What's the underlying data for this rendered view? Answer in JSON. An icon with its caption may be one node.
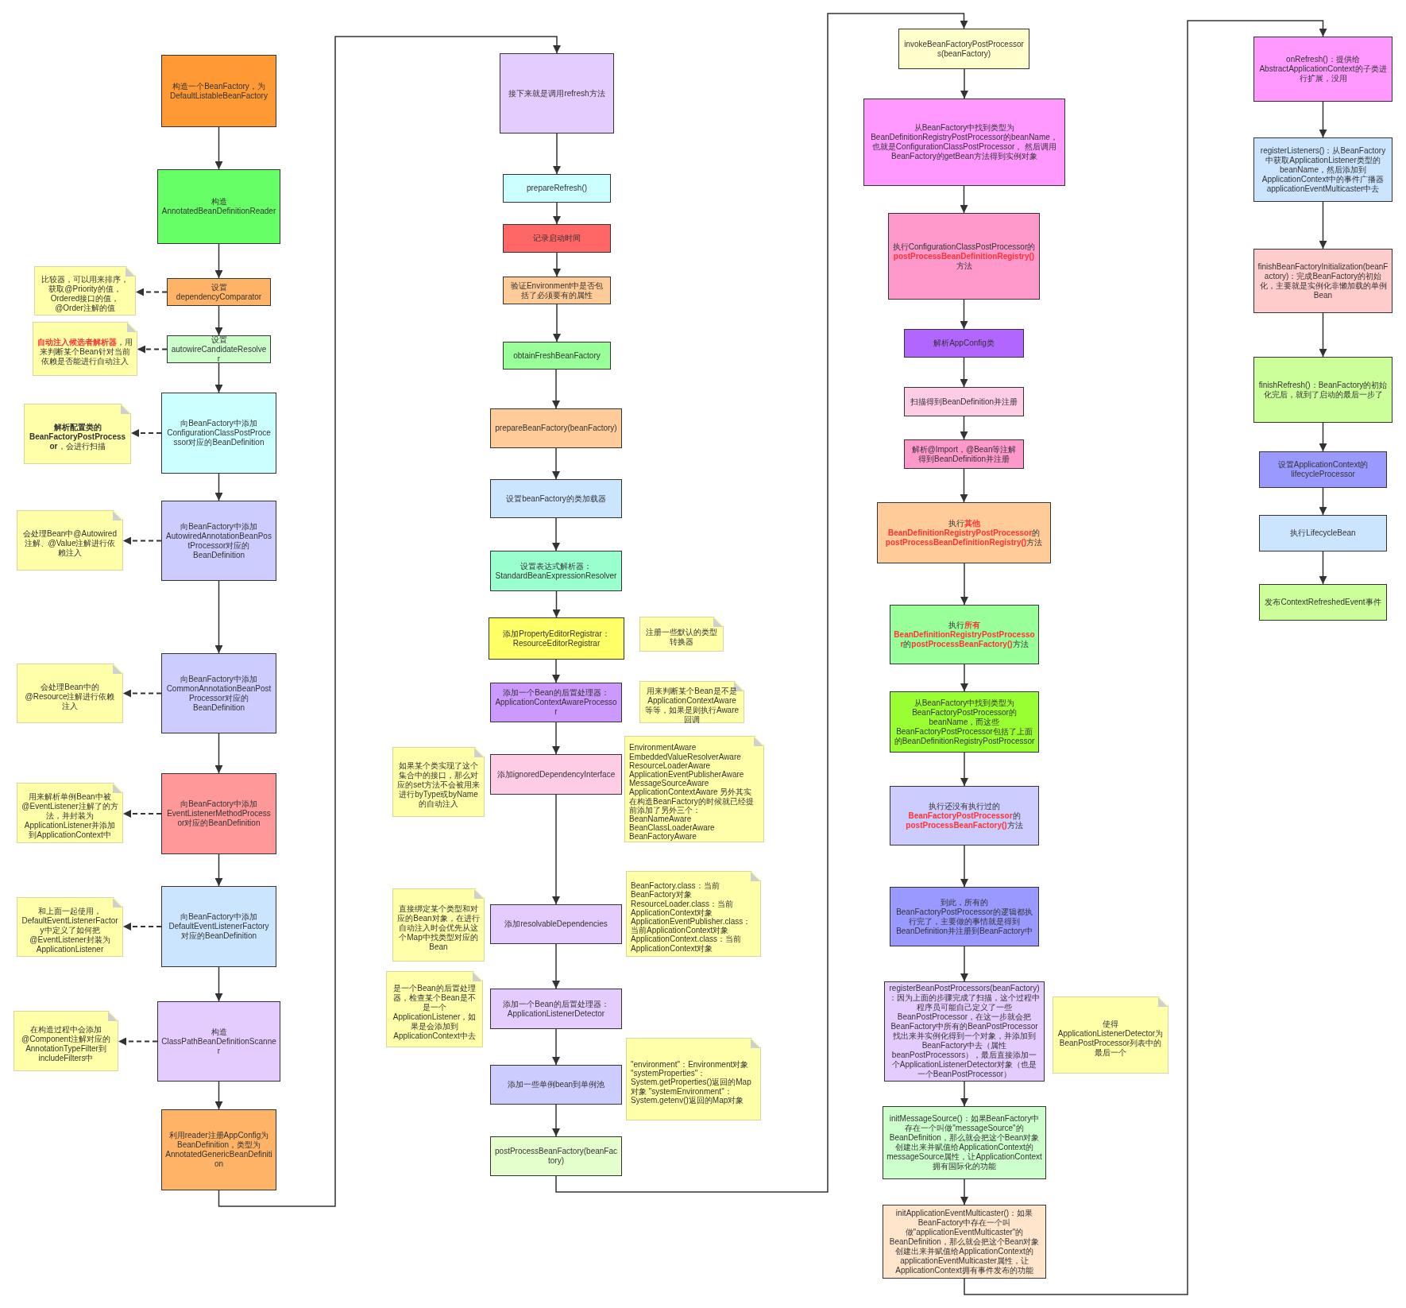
{
  "diagram": {
    "nodes": [
      {
        "text": [
          "构造一个BeanFactory，为DefaultListableBeanFactory"
        ]
      },
      {
        "text": [
          "构造 AnnotatedBeanDefinitionReader"
        ]
      },
      {
        "text": [
          "设置dependencyComparator"
        ]
      },
      {
        "text": [
          "比较器，可以用来排序，获取@Priority的值，Ordered接口的值，@Order注解的值"
        ]
      },
      {
        "text": [
          "设置 autowireCandidateResolver"
        ]
      },
      {
        "text": [
          "**自动注入候选者解析器**，用来判断某个Bean针对当前依赖是否能进行自动注入"
        ]
      },
      {
        "text": [
          "向BeanFactory中添加ConfigurationClassPostProcessor对应的BeanDefinition"
        ]
      },
      {
        "text": [
          "**解析配置类的BeanFactoryPostProcessor**，会进行扫描"
        ]
      },
      {
        "text": [
          "向BeanFactory中添加AutowiredAnnotationBeanPostProcessor对应的BeanDefinition"
        ]
      },
      {
        "text": [
          "会处理Bean中@Autowired注解、@Value注解进行依赖注入"
        ]
      },
      {
        "text": [
          "向BeanFactory中添加CommonAnnotationBeanPostProcessor对应的BeanDefinition"
        ]
      },
      {
        "text": [
          "会处理Bean中的@Resource注解进行依赖注入"
        ]
      },
      {
        "text": [
          "向BeanFactory中添加EventListenerMethodProcessor对应的BeanDefinition"
        ]
      },
      {
        "text": [
          "用来解析单例Bean中被@EventListener注解了的方法，并封装为ApplicationListener并添加到ApplicationContext中"
        ]
      },
      {
        "text": [
          "向BeanFactory中添加DefaultEventListenerFactory对应的BeanDefinition"
        ]
      },
      {
        "text": [
          "和上面一起使用，DefaultEventListenerFactory中定义了如何把@EventListener封装为ApplicationListener"
        ]
      },
      {
        "text": [
          "构造 ClassPathBeanDefinitionScanner"
        ]
      },
      {
        "text": [
          "在构造过程中会添加@Component注解对应的AnnotationTypeFilter到includeFilters中"
        ]
      },
      {
        "text": [
          "利用reader注册AppConfig为BeanDefinition，类型为AnnotatedGenericBeanDefinition"
        ]
      },
      {
        "text": [
          "接下来就是调用refresh方法"
        ]
      },
      {
        "text": [
          "prepareRefresh()"
        ]
      },
      {
        "text": [
          "记录启动时间"
        ]
      },
      {
        "text": [
          "验证Environment中是否包括了必须要有的属性"
        ]
      },
      {
        "text": [
          "obtainFreshBeanFactory"
        ]
      },
      {
        "text": [
          "prepareBeanFactory(beanFactory)"
        ]
      },
      {
        "text": [
          "设置beanFactory的类加载器"
        ]
      },
      {
        "text": [
          "设置表达式解析器：StandardBeanExpressionResolver"
        ]
      },
      {
        "text": [
          "添加PropertyEditorRegistrar：ResourceEditorRegistrar"
        ]
      },
      {
        "text": [
          "注册一些默认的类型转换器"
        ]
      },
      {
        "text": [
          "添加一个Bean的后置处理器：ApplicationContextAwareProcessor"
        ]
      },
      {
        "text": [
          "用来判断某个Bean是不是ApplicationContextAware等等，如果是则执行Aware回调"
        ]
      },
      {
        "text": [
          "如果某个类实现了这个集合中的接口，那么对应的set方法不会被用来进行byType或byName的自动注入"
        ]
      },
      {
        "text": [
          "添加ignoredDependencyInterface"
        ]
      },
      {
        "text": [
          "EnvironmentAware EmbeddedValueResolverAware ResourceLoaderAware ApplicationEventPublisherAware MessageSourceAware ApplicationContextAware 另外其实在构造BeanFactory的时候就已经提前添加了另外三个： BeanNameAware BeanClassLoaderAware BeanFactoryAware"
        ]
      },
      {
        "text": [
          "直接绑定某个类型和对应的Bean对象，在进行自动注入时会优先从这个Map中找类型对应的Bean"
        ]
      },
      {
        "text": [
          "添加resolvableDependencies"
        ]
      },
      {
        "text": [
          "BeanFactory.class：当前BeanFactory对象 ResourceLoader.class：当前ApplicationContext对象 ApplicationEventPublisher.class：当前ApplicationContext对象 ApplicationContext.class：当前ApplicationContext对象"
        ]
      },
      {
        "text": [
          "是一个Bean的后置处理器，检查某个Bean是不是一个ApplicationListener，如果是会添加到ApplicationContext中去"
        ]
      },
      {
        "text": [
          "添加一个Bean的后置处理器：ApplicationListenerDetector"
        ]
      },
      {
        "text": [
          "添加一些单例bean到单例池"
        ]
      },
      {
        "text": [
          "\"environment\"：Environment对象 \"systemProperties\"：System.getProperties()返回的Map对象 \"systemEnvironment\"：System.getenv()返回的Map对象"
        ]
      },
      {
        "text": [
          "postProcessBeanFactory(beanFactory)"
        ]
      },
      {
        "text": [
          "invokeBeanFactoryPostProcessors(beanFactory)"
        ]
      },
      {
        "text": [
          "从BeanFactory中找到类型为BeanDefinitionRegistryPostProcessor的beanName，也就是ConfigurationClassPostProcessor， 然后调用BeanFactory的getBean方法得到实例对象"
        ]
      },
      {
        "text": [
          "执行ConfigurationClassPostProcessor的**postProcessBeanDefinitionRegistry()**方法"
        ]
      },
      {
        "text": [
          "解析AppConfig类"
        ]
      },
      {
        "text": [
          "扫描得到BeanDefinition并注册"
        ]
      },
      {
        "text": [
          "解析@Import，@Bean等注解得到BeanDefinition并注册"
        ]
      },
      {
        "text": [
          "执行**其他BeanDefinitionRegistryPostProcessor**的**postProcessBeanDefinitionRegistry()**方法"
        ]
      },
      {
        "text": [
          "执行**所有BeanDefinitionRegistryPostProcessor**的**postProcessBeanFactory()**方法"
        ]
      },
      {
        "text": [
          "从BeanFactory中找到类型为BeanFactoryPostProcessor的beanName，而这些BeanFactoryPostProcessor包括了上面的BeanDefinitionRegistryPostProcessor"
        ]
      },
      {
        "text": [
          "执行还没有执行过的**BeanFactoryPostProcessor**的**postProcessBeanFactory()**方法"
        ]
      },
      {
        "text": [
          "到此，所有的BeanFactoryPostProcessor的逻辑都执行完了，主要做的事情就是得到BeanDefinition并注册到BeanFactory中"
        ]
      },
      {
        "text": [
          "registerBeanPostProcessors(beanFactory)：因为上面的步骤完成了扫描，这个过程中程序员可能自己定义了一些BeanPostProcessor，在这一步就会把BeanFactory中所有的BeanPostProcessor找出来并实例化得到一个对象，并添加到BeanFactory中去（属性beanPostProcessors），最后直接添加一个ApplicationListenerDetector对象（也是一个BeanPostProcessor）"
        ]
      },
      {
        "text": [
          "使得ApplicationListenerDetector为BeanPostProcessor列表中的最后一个"
        ]
      },
      {
        "text": [
          "initMessageSource()：如果BeanFactory中存在一个叫做\"messageSource\"的BeanDefinition，那么就会把这个Bean对象创建出来并赋值给ApplicationContext的messageSource属性，让ApplicationContext拥有国际化的功能"
        ]
      },
      {
        "text": [
          "initApplicationEventMulticaster()：如果BeanFactory中存在一个叫做\"applicationEventMulticaster\"的BeanDefinition，那么就会把这个Bean对象创建出来并赋值给ApplicationContext的applicationEventMulticaster属性，让ApplicationContext拥有事件发布的功能"
        ]
      },
      {
        "text": [
          "onRefresh()：提供给AbstractApplicationContext的子类进行扩展，没用"
        ]
      },
      {
        "text": [
          "registerListeners()：从BeanFactory中获取ApplicationListener类型的beanName，然后添加到ApplicationContext中的事件广播器applicationEventMulticaster中去"
        ]
      },
      {
        "text": [
          "finishBeanFactoryInitialization(beanFactory)：完成BeanFactory的初始化，主要就是实例化非懒加载的单例Bean"
        ]
      },
      {
        "text": [
          "finishRefresh()：BeanFactory的初始化完后，就到了启动的最后一步了"
        ]
      },
      {
        "text": [
          "设置ApplicationContext的lifecycleProcessor"
        ]
      },
      {
        "text": [
          "执行LifecycleBean"
        ]
      },
      {
        "text": [
          "发布ContextRefreshedEvent事件"
        ]
      }
    ],
    "edges": [
      {
        "from": 0,
        "to": 1,
        "arrow": "to"
      },
      {
        "from": 1,
        "to": 2,
        "arrow": "to"
      },
      {
        "from": 2,
        "to": 4,
        "arrow": "to"
      },
      {
        "from": 4,
        "to": 6,
        "arrow": "to"
      },
      {
        "from": 6,
        "to": 8,
        "arrow": "to"
      },
      {
        "from": 8,
        "to": 10,
        "arrow": "to"
      },
      {
        "from": 10,
        "to": 12,
        "arrow": "to"
      },
      {
        "from": 12,
        "to": 14,
        "arrow": "to"
      },
      {
        "from": 14,
        "to": 16,
        "arrow": "to"
      },
      {
        "from": 16,
        "to": 18,
        "arrow": "to"
      },
      {
        "from": 18,
        "to": 19,
        "arrow": "to"
      },
      {
        "from": 2,
        "to": 3,
        "arrow": "to",
        "style": "dashed"
      },
      {
        "from": 4,
        "to": 5,
        "arrow": "to",
        "style": "dashed"
      },
      {
        "from": 6,
        "to": 7,
        "arrow": "to",
        "style": "dashed"
      },
      {
        "from": 8,
        "to": 9,
        "arrow": "to",
        "style": "dashed"
      },
      {
        "from": 10,
        "to": 11,
        "arrow": "to",
        "style": "dashed"
      },
      {
        "from": 12,
        "to": 13,
        "arrow": "to",
        "style": "dashed"
      },
      {
        "from": 14,
        "to": 15,
        "arrow": "to",
        "style": "dashed"
      },
      {
        "from": 16,
        "to": 17,
        "arrow": "to",
        "style": "dashed"
      },
      {
        "from": 19,
        "to": 20,
        "arrow": "to"
      },
      {
        "from": 20,
        "to": 21,
        "arrow": "to"
      },
      {
        "from": 21,
        "to": 22,
        "arrow": "to"
      },
      {
        "from": 22,
        "to": 23,
        "arrow": "to"
      },
      {
        "from": 23,
        "to": 24,
        "arrow": "to"
      },
      {
        "from": 24,
        "to": 25,
        "arrow": "to"
      },
      {
        "from": 25,
        "to": 26,
        "arrow": "to"
      },
      {
        "from": 26,
        "to": 27,
        "arrow": "to"
      },
      {
        "from": 27,
        "to": 29,
        "arrow": "to"
      },
      {
        "from": 29,
        "to": 32,
        "arrow": "to"
      },
      {
        "from": 32,
        "to": 35,
        "arrow": "to"
      },
      {
        "from": 35,
        "to": 38,
        "arrow": "to"
      },
      {
        "from": 38,
        "to": 39,
        "arrow": "to"
      },
      {
        "from": 39,
        "to": 41,
        "arrow": "to"
      },
      {
        "from": 41,
        "to": 42,
        "arrow": "to"
      },
      {
        "from": 42,
        "to": 43,
        "arrow": "to"
      },
      {
        "from": 43,
        "to": 44,
        "arrow": "to"
      },
      {
        "from": 44,
        "to": 45,
        "arrow": "to"
      },
      {
        "from": 45,
        "to": 46,
        "arrow": "to"
      },
      {
        "from": 46,
        "to": 47,
        "arrow": "to"
      },
      {
        "from": 47,
        "to": 48,
        "arrow": "to"
      },
      {
        "from": 48,
        "to": 49,
        "arrow": "to"
      },
      {
        "from": 49,
        "to": 50,
        "arrow": "to"
      },
      {
        "from": 50,
        "to": 51,
        "arrow": "to"
      },
      {
        "from": 51,
        "to": 52,
        "arrow": "to"
      },
      {
        "from": 52,
        "to": 53,
        "arrow": "to"
      },
      {
        "from": 53,
        "to": 55,
        "arrow": "to"
      },
      {
        "from": 55,
        "to": 56,
        "arrow": "to"
      },
      {
        "from": 56,
        "to": 57,
        "arrow": "to"
      },
      {
        "from": 57,
        "to": 58,
        "arrow": "to"
      },
      {
        "from": 58,
        "to": 59,
        "arrow": "to"
      },
      {
        "from": 59,
        "to": 60,
        "arrow": "to"
      },
      {
        "from": 60,
        "to": 61,
        "arrow": "to"
      },
      {
        "from": 61,
        "to": 62,
        "arrow": "to"
      },
      {
        "from": 62,
        "to": 63,
        "arrow": "to"
      }
    ]
  }
}
